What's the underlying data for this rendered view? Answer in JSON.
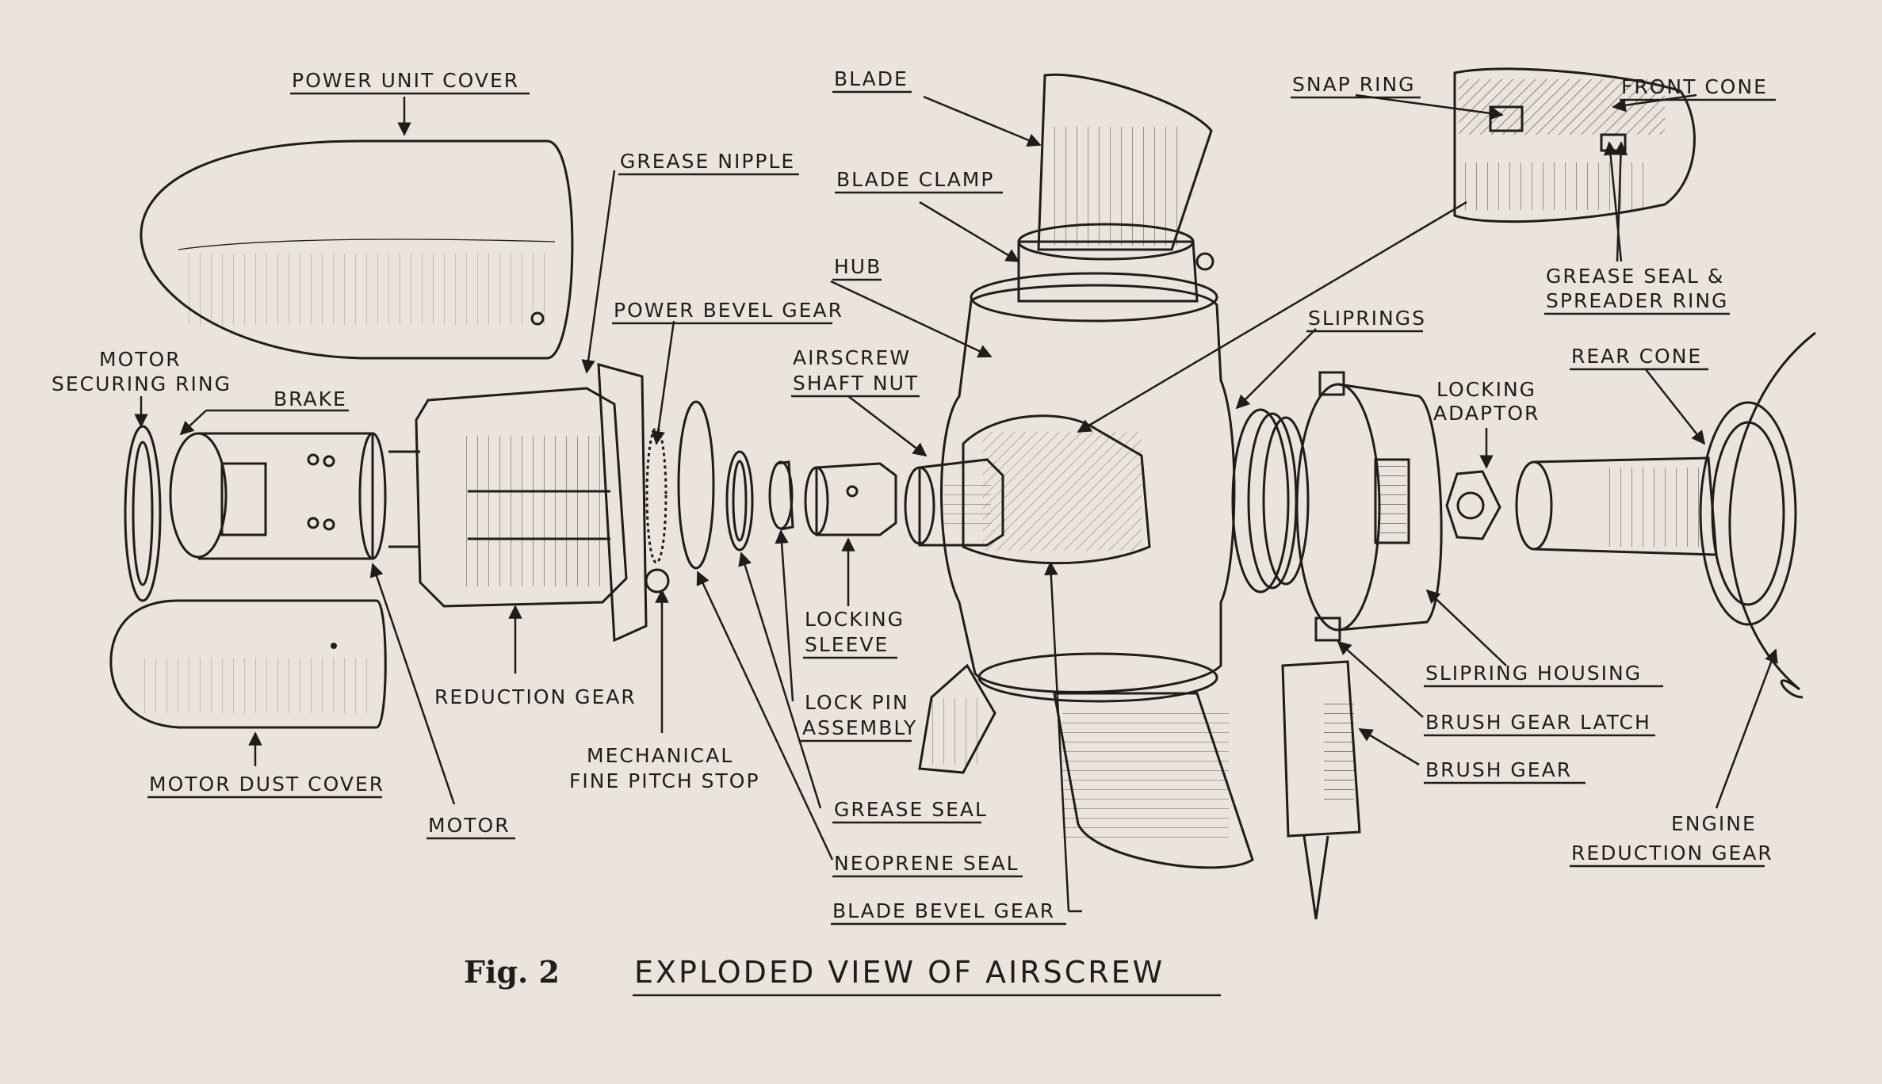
{
  "labels": {
    "power_unit_cover": "POWER UNIT COVER",
    "grease_nipple": "GREASE NIPPLE",
    "blade": "BLADE",
    "blade_clamp": "BLADE CLAMP",
    "hub": "HUB",
    "snap_ring": "SNAP RING",
    "front_cone": "FRONT CONE",
    "grease_seal_spreader_1": "GREASE SEAL &",
    "grease_seal_spreader_2": "SPREADER RING",
    "power_bevel_gear": "POWER BEVEL GEAR",
    "sliprings": "SLIPRINGS",
    "airscrew_shaft_nut_1": "AIRSCREW",
    "airscrew_shaft_nut_2": "SHAFT NUT",
    "motor_securing_ring_1": "MOTOR",
    "motor_securing_ring_2": "SECURING RING",
    "brake": "BRAKE",
    "locking_adaptor_1": "LOCKING",
    "locking_adaptor_2": "ADAPTOR",
    "rear_cone": "REAR CONE",
    "locking_sleeve_1": "LOCKING",
    "locking_sleeve_2": "SLEEVE",
    "reduction_gear": "REDUCTION GEAR",
    "lock_pin_assembly_1": "LOCK PIN",
    "lock_pin_assembly_2": "ASSEMBLY",
    "mechanical_fine_pitch_stop_1": "MECHANICAL",
    "mechanical_fine_pitch_stop_2": "FINE PITCH STOP",
    "motor_dust_cover": "MOTOR DUST COVER",
    "grease_seal": "GREASE SEAL",
    "motor": "MOTOR",
    "neoprene_seal": "NEOPRENE SEAL",
    "blade_bevel_gear": "BLADE BEVEL GEAR",
    "slipring_housing": "SLIPRING HOUSING",
    "brush_gear_latch": "BRUSH GEAR LATCH",
    "brush_gear": "BRUSH GEAR",
    "engine_reduction_gear_1": "ENGINE",
    "engine_reduction_gear_2": "REDUCTION GEAR"
  },
  "caption": {
    "figure": "Fig. 2",
    "title": "EXPLODED VIEW OF AIRSCREW"
  },
  "colors": {
    "paper": "#ebe4dc",
    "ink": "#1f1c1b"
  }
}
